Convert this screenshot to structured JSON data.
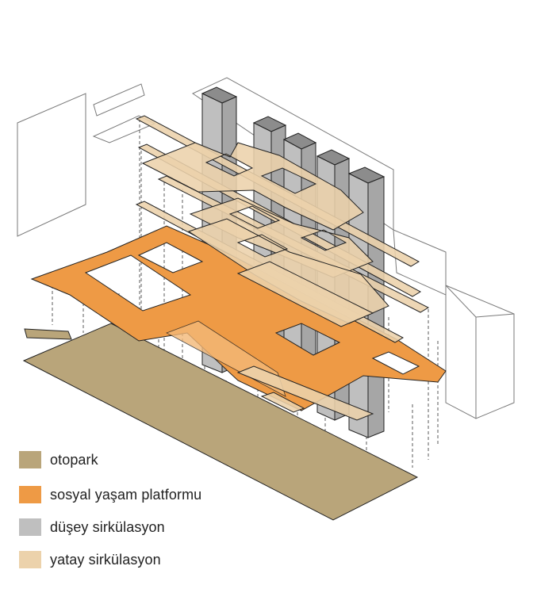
{
  "colors": {
    "otopark": "#b9a57a",
    "sosyal": "#ee9a45",
    "dusey": "#bfbfbf",
    "dusey_dark": "#8c8c8c",
    "yatay": "#ecd2ab",
    "outline": "#222222",
    "building_line": "#7a7a7a"
  },
  "legend": [
    {
      "label": "otopark",
      "swatch_color": "#b9a57a"
    },
    {
      "label": "sosyal yaşam platformu",
      "swatch_color": "#ee9a45"
    },
    {
      "label": "düşey sirkülasyon",
      "swatch_color": "#bfbfbf"
    },
    {
      "label": "yatay sirkülasyon",
      "swatch_color": "#ecd2ab"
    }
  ]
}
